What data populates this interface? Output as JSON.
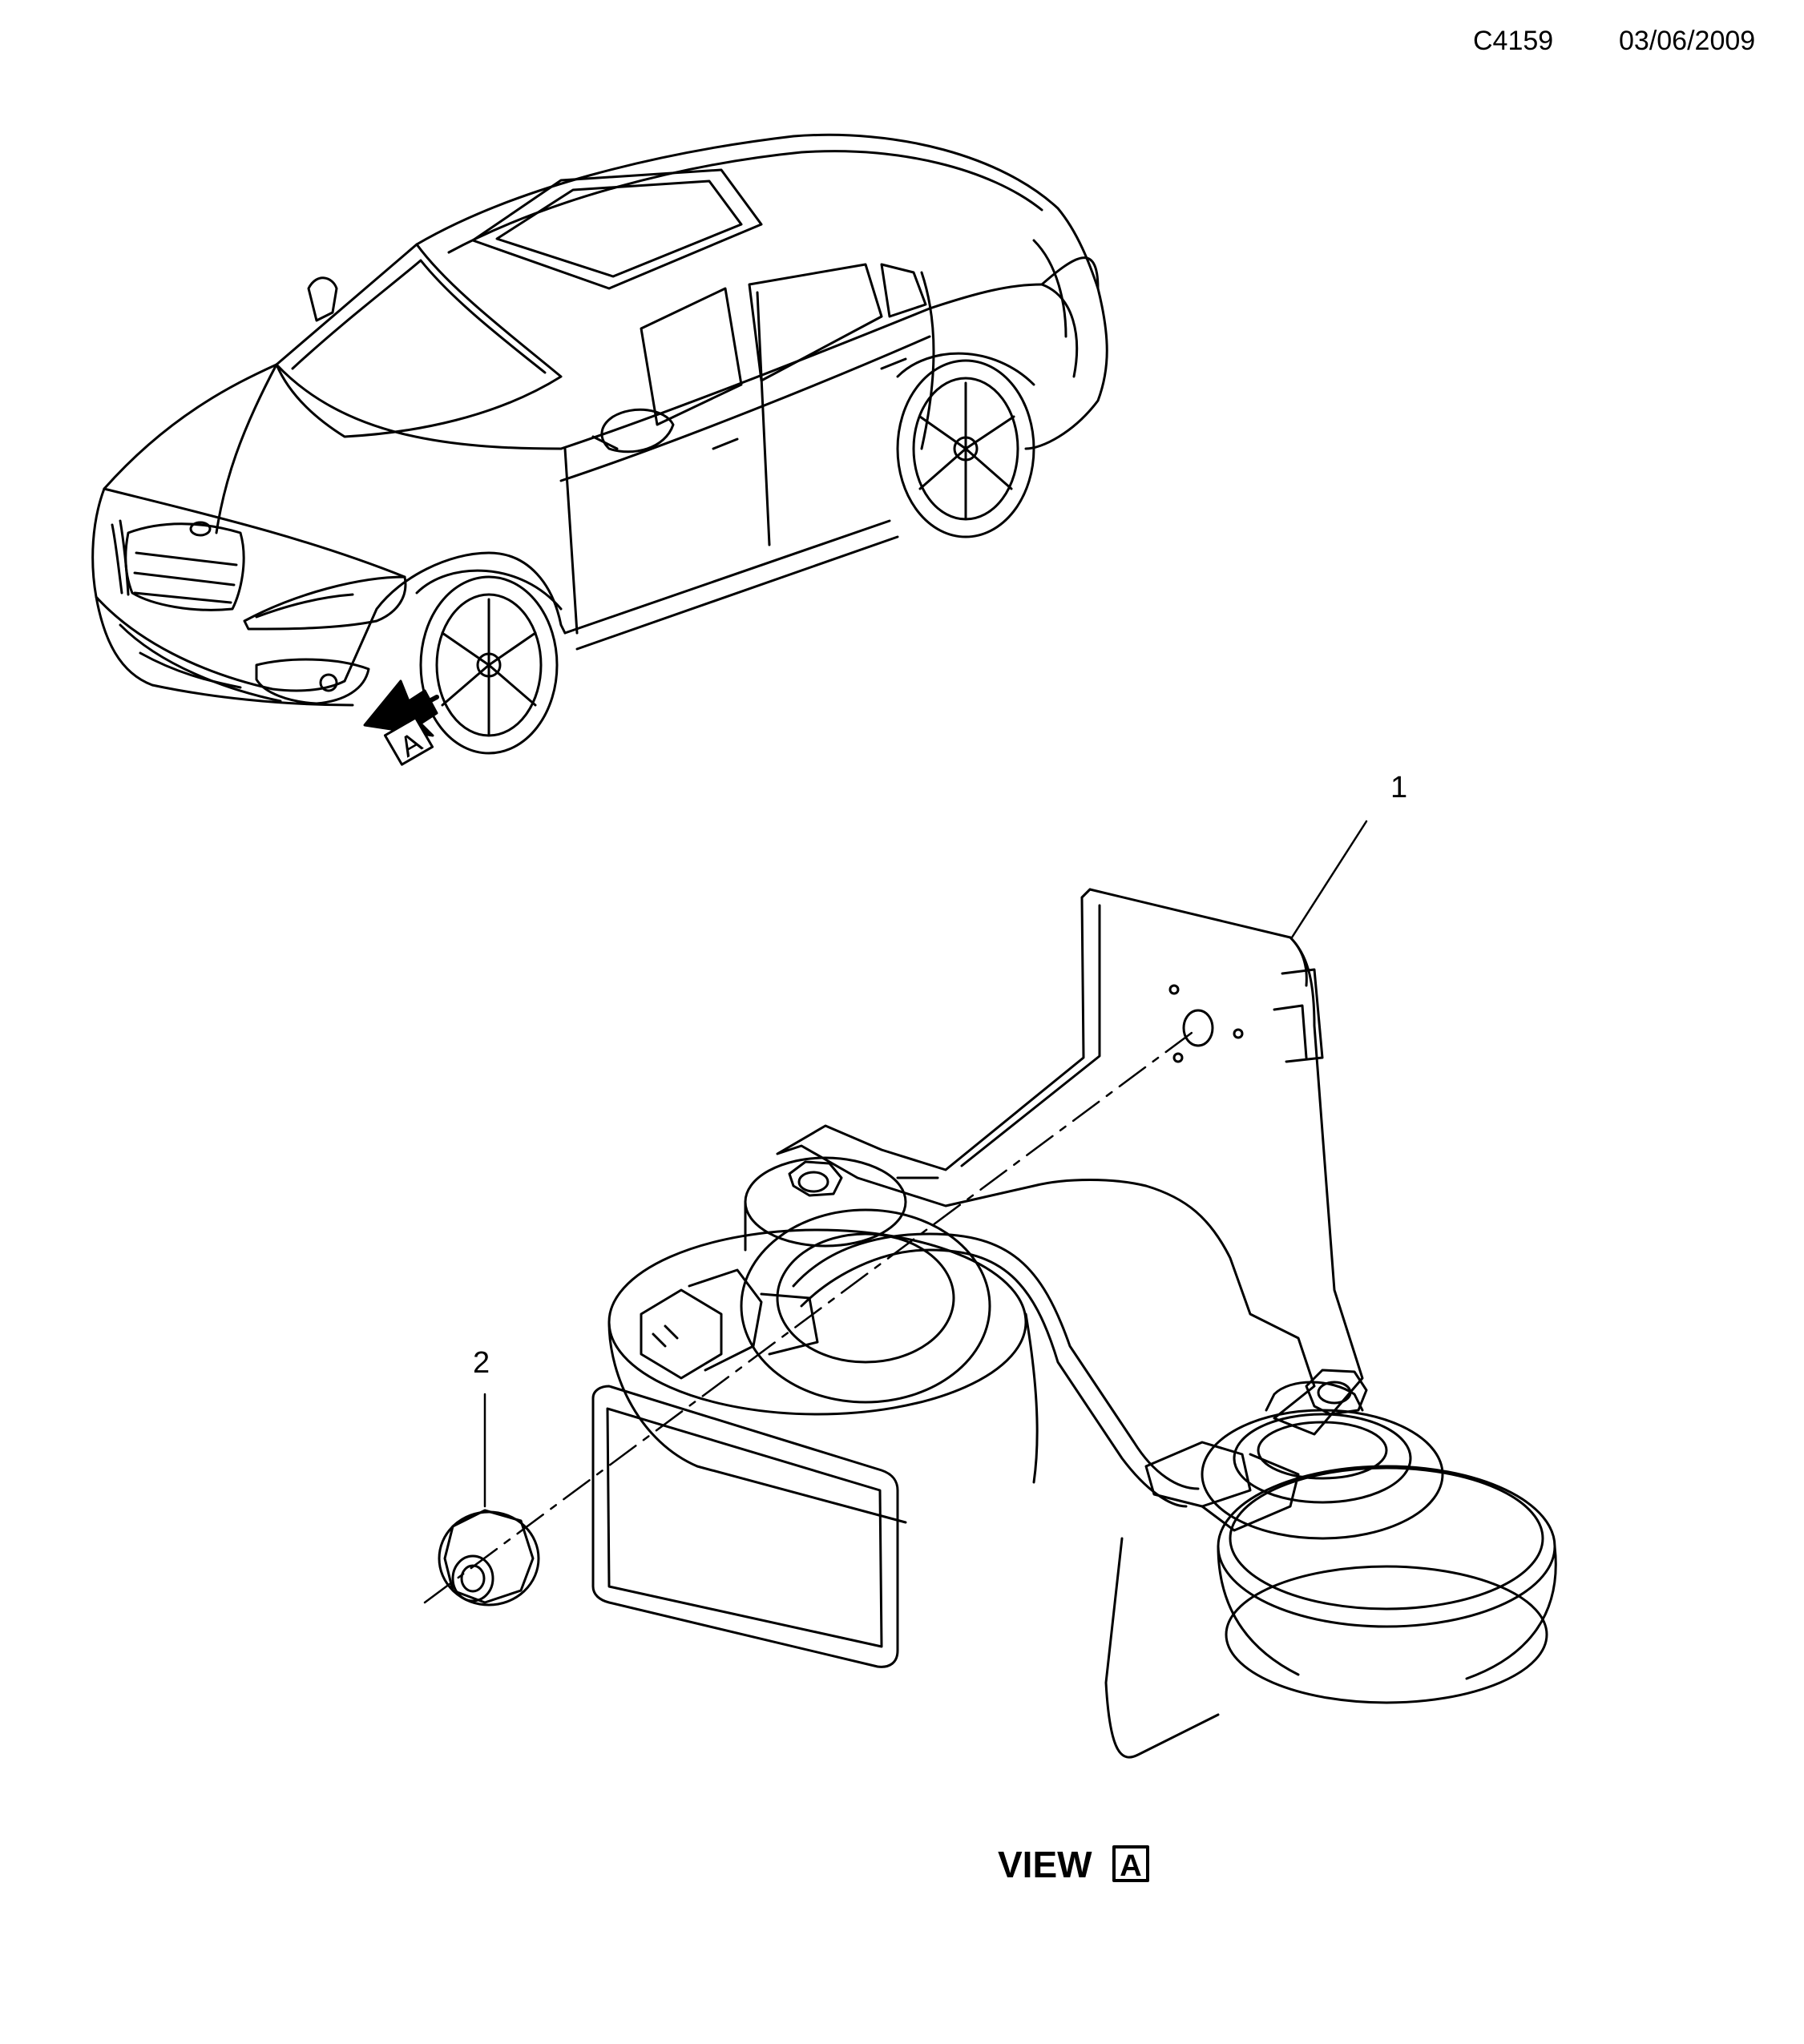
{
  "header": {
    "diagram_code": "C4159",
    "date": "03/06/2009"
  },
  "view_marker": {
    "letter": "A"
  },
  "callouts": [
    {
      "number": "1"
    },
    {
      "number": "2"
    }
  ],
  "view_caption": {
    "word": "VIEW",
    "letter": "A"
  },
  "colors": {
    "line": "#000000",
    "background": "#ffffff"
  }
}
